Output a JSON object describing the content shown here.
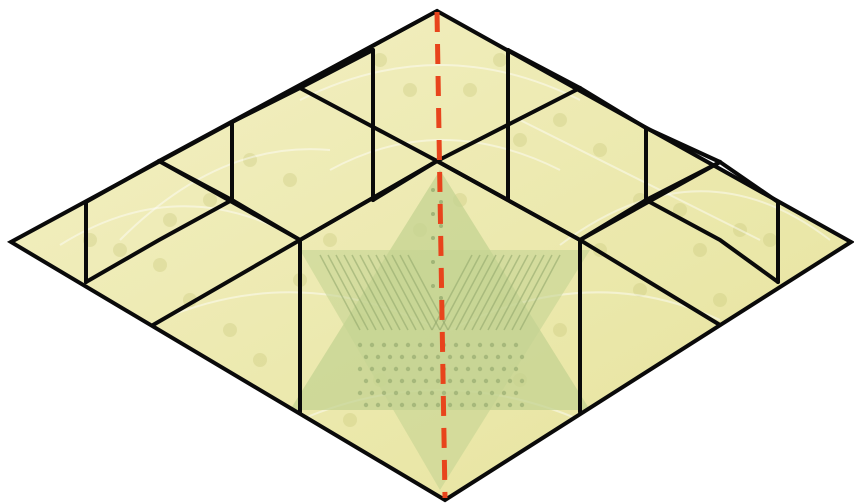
{
  "diagram": {
    "subject": "quilt-block-diamond",
    "colors": {
      "background": "#ffffff",
      "fabric_light": "#f3f0c4",
      "fabric_mid": "#e6e39c",
      "fabric_dark": "#c9c97a",
      "star": "#c4d392",
      "star_dark": "#8fa56a",
      "dots": "#a9b47c",
      "seam": "#0a0a0a",
      "center_line": "#e8441c"
    },
    "regions": [
      {
        "name": "upper-diamond"
      },
      {
        "name": "left-diamond"
      },
      {
        "name": "right-diamond"
      },
      {
        "name": "lower-diamond"
      }
    ],
    "center_line": {
      "style": "dashed",
      "orientation": "vertical"
    }
  }
}
